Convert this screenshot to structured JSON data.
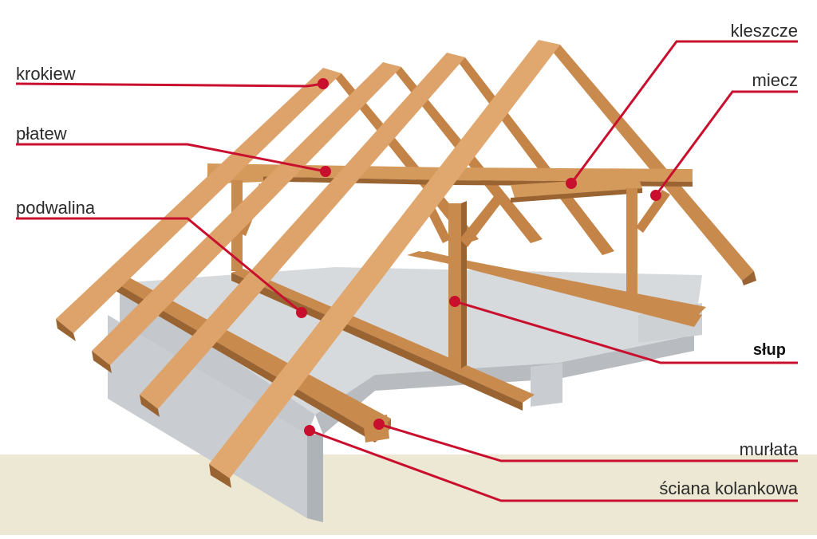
{
  "diagram": {
    "labels": {
      "krokiew": "krokiew",
      "platew": "płatew",
      "podwalina": "podwalina",
      "kleszcze": "kleszcze",
      "miecz": "miecz",
      "slup": "słup",
      "murlata": "murłata",
      "sciana": "ściana kolankowa"
    }
  },
  "colors": {
    "leader_line": "#c8102e",
    "timber": "#c98a4e",
    "timber_dark": "#9a6432",
    "timber_light": "#dda36a",
    "concrete": "#cfd3d6",
    "concrete_dark": "#b3b8bc",
    "ground": "#ece8d3"
  }
}
